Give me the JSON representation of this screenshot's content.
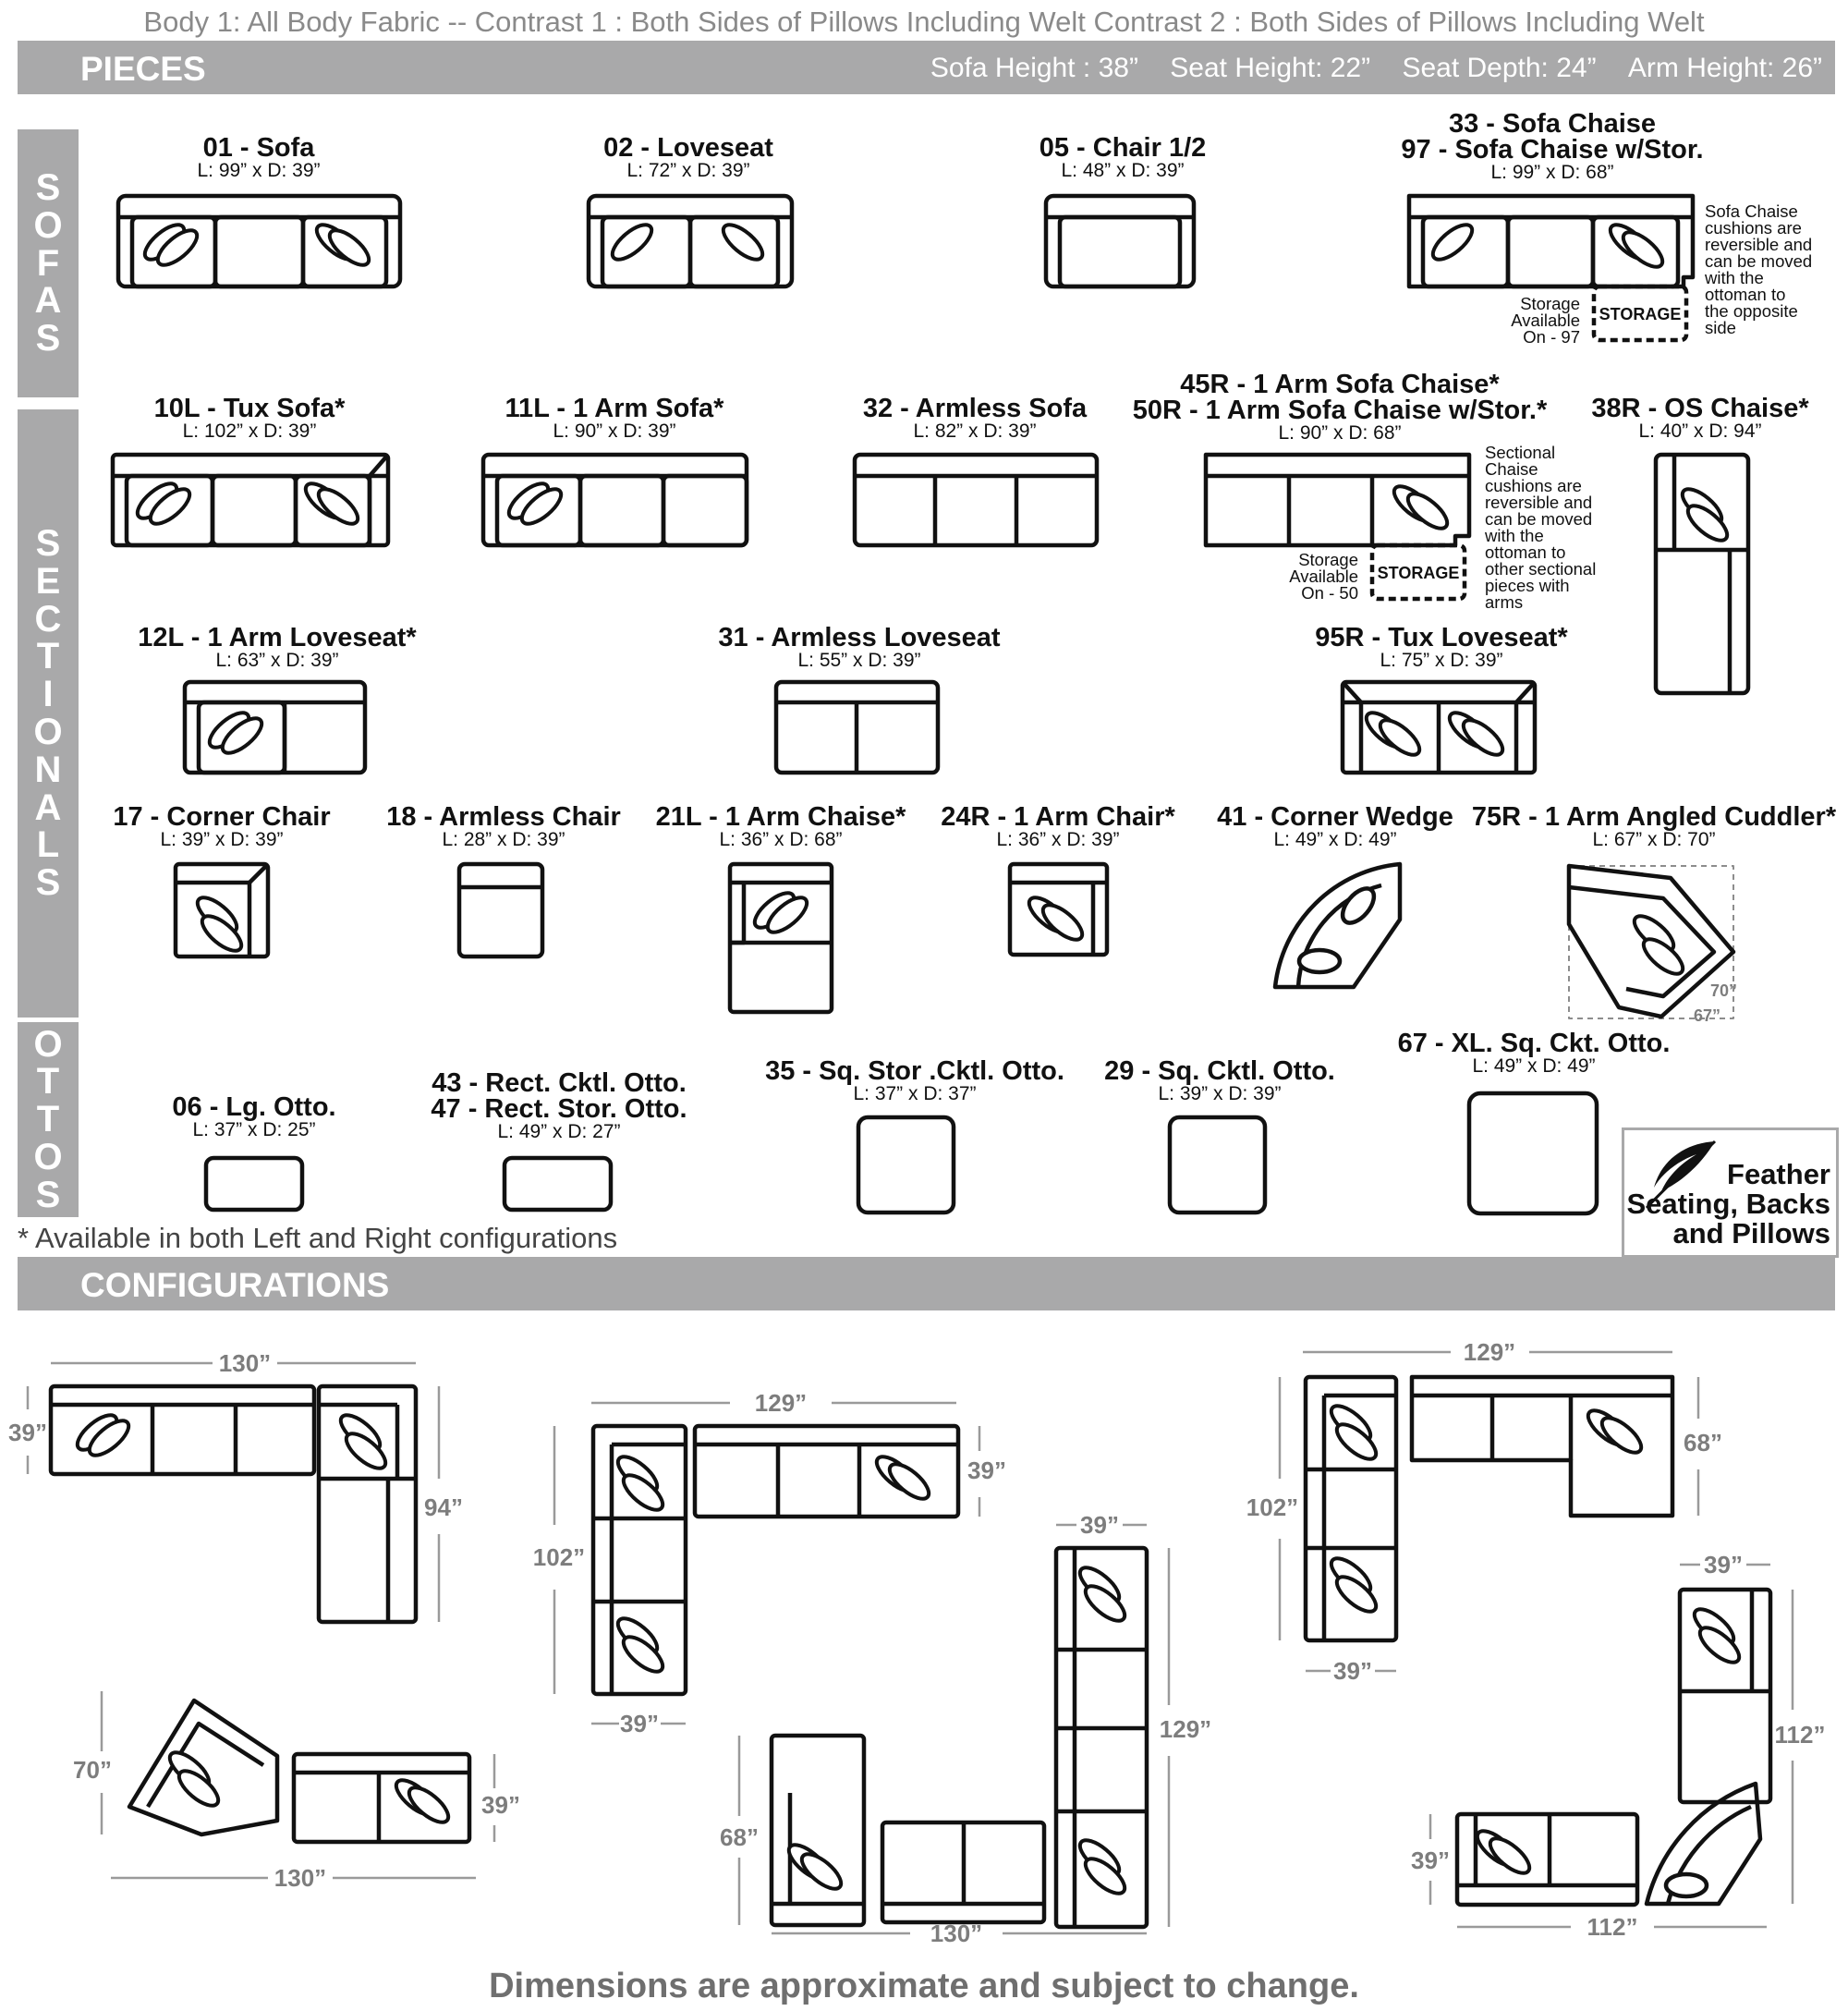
{
  "header_note": "Body 1: All Body Fabric -- Contrast 1 : Both Sides of Pillows Including Welt Contrast 2 : Both Sides of Pillows Including Welt",
  "pieces_bar": {
    "title": "PIECES",
    "specs": [
      "Sofa Height : 38”",
      "Seat Height: 22”",
      "Seat Depth: 24”",
      "Arm Height: 26”"
    ]
  },
  "side_labels": {
    "sofas": [
      "S",
      "O",
      "F",
      "A",
      "S"
    ],
    "sectionals": [
      "S",
      "E",
      "C",
      "T",
      "I",
      "O",
      "N",
      "A",
      "L",
      "S"
    ],
    "ottos": [
      "O",
      "T",
      "T",
      "O",
      "S"
    ]
  },
  "pieces": {
    "p01": {
      "name": "01 - Sofa",
      "dims": "L: 99” x D: 39”"
    },
    "p02": {
      "name": "02 - Loveseat",
      "dims": "L: 72” x D: 39”"
    },
    "p05": {
      "name": "05 - Chair 1/2",
      "dims": "L: 48” x D: 39”"
    },
    "p33": {
      "name": "33 - Sofa Chaise",
      "name2": "97 - Sofa Chaise w/Stor.",
      "dims": "L: 99” x D: 68”"
    },
    "p10": {
      "name": "10L - Tux Sofa*",
      "dims": "L: 102” x D: 39”"
    },
    "p11": {
      "name": "11L - 1 Arm Sofa*",
      "dims": "L: 90” x D: 39”"
    },
    "p32": {
      "name": "32 - Armless Sofa",
      "dims": "L: 82” x D: 39”"
    },
    "p45": {
      "name": "45R - 1 Arm Sofa Chaise*",
      "name2": "50R - 1 Arm Sofa Chaise w/Stor.*",
      "dims": "L: 90” x D: 68”"
    },
    "p38": {
      "name": "38R - OS Chaise*",
      "dims": "L: 40” x D: 94”"
    },
    "p12": {
      "name": "12L - 1 Arm Loveseat*",
      "dims": "L: 63” x D: 39”"
    },
    "p31": {
      "name": "31 - Armless Loveseat",
      "dims": "L: 55” x D: 39”"
    },
    "p95": {
      "name": "95R - Tux Loveseat*",
      "dims": "L: 75” x D: 39”"
    },
    "p17": {
      "name": "17 - Corner Chair",
      "dims": "L: 39” x D: 39”"
    },
    "p18": {
      "name": "18 - Armless Chair",
      "dims": "L: 28” x D: 39”"
    },
    "p21": {
      "name": "21L - 1 Arm Chaise*",
      "dims": "L: 36” x D: 68”"
    },
    "p24": {
      "name": "24R - 1 Arm Chair*",
      "dims": "L: 36” x D: 39”"
    },
    "p41": {
      "name": "41 - Corner Wedge",
      "dims": "L: 49” x D: 49”"
    },
    "p75": {
      "name": "75R - 1 Arm Angled Cuddler*",
      "dims": "L: 67” x D: 70”"
    },
    "p06": {
      "name": "06 - Lg. Otto.",
      "dims": "L: 37” x D: 25”"
    },
    "p43": {
      "name": "43 - Rect. Cktl. Otto.",
      "name2": "47 - Rect. Stor. Otto.",
      "dims": "L: 49” x D: 27”"
    },
    "p35": {
      "name": "35 - Sq. Stor .Cktl. Otto.",
      "dims": "L: 37” x D: 37”"
    },
    "p29": {
      "name": "29 - Sq. Cktl. Otto.",
      "dims": "L: 39” x D: 39”"
    },
    "p67": {
      "name": "67 - XL. Sq. Ckt. Otto.",
      "dims": "L: 49” x D: 49”"
    }
  },
  "notes": {
    "sofa_chaise": [
      "Sofa Chaise",
      "cushions are",
      "reversible and",
      "can be moved",
      "with the",
      "ottoman to",
      "the opposite",
      "side"
    ],
    "storage_97": [
      "Storage",
      "Available",
      "On - 97"
    ],
    "sectional_chaise": [
      "Sectional",
      "Chaise",
      "cushions are",
      "reversible and",
      "can be moved",
      "with the",
      "ottoman to",
      "other sectional",
      "pieces with",
      "arms"
    ],
    "storage_50": [
      "Storage",
      "Available",
      "On - 50"
    ],
    "storage_label": "STORAGE",
    "cuddler_dim_70": "70”",
    "cuddler_dim_67": "67”"
  },
  "availability_note": "* Available in both Left and Right configurations",
  "feather": {
    "line1": "Feather",
    "line2": "Seating, Backs",
    "line3": "and Pillows"
  },
  "config_bar": {
    "title": "CONFIGURATIONS"
  },
  "config_dims": {
    "c1_w": "130”",
    "c1_d": "39”",
    "c1_h": "94”",
    "c2_w": "129”",
    "c2_d": "39”",
    "c2_h": "102”",
    "c2_b": "39”",
    "c3_w": "129”",
    "c3_h": "102”",
    "c3_d": "68”",
    "c3_b": "39”",
    "c4_h": "70”",
    "c4_d": "39”",
    "c4_w": "130”",
    "c5_t": "39”",
    "c5_h": "129”",
    "c5_l": "68”",
    "c5_w": "130”",
    "c6_t": "39”",
    "c6_h": "112”",
    "c6_l": "39”",
    "c6_w": "112”"
  },
  "disclaimer": "Dimensions are approximate and subject to change."
}
